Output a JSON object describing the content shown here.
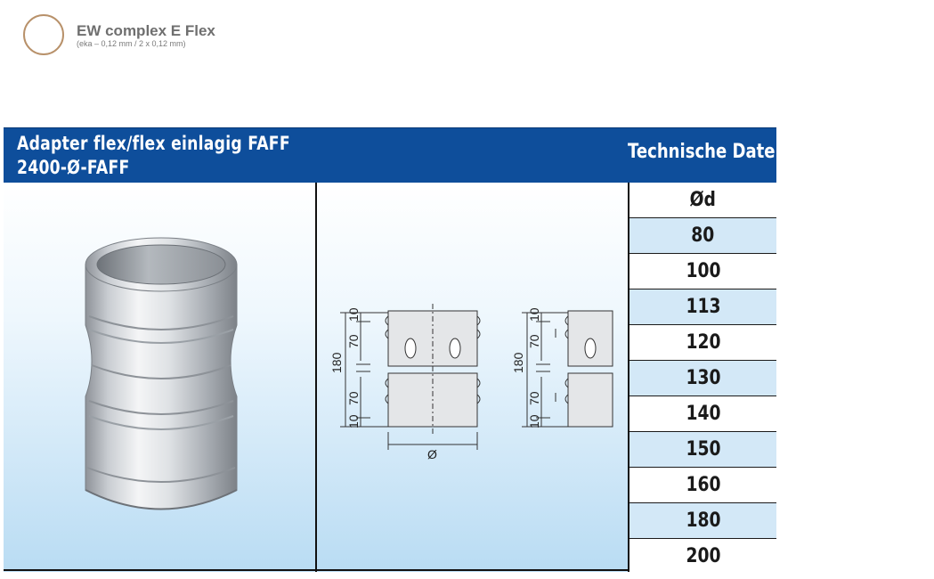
{
  "brand": {
    "title": "EW complex E Flex",
    "subtitle": "(eka – 0,12 mm / 2 x 0,12 mm)"
  },
  "product": {
    "name": "Adapter flex/flex einlagig FAFF",
    "code": "2400-Ø-FAFF"
  },
  "technical": {
    "title": "Technische Daten",
    "column_header": "Ød",
    "diameters": [
      "80",
      "100",
      "113",
      "120",
      "130",
      "140",
      "150",
      "160",
      "180",
      "200"
    ]
  },
  "drawing": {
    "height_total": "180",
    "segment_long": "70",
    "segment_short": "10",
    "diameter_symbol": "Ø"
  },
  "colors": {
    "header_blue": "#0e4e9b",
    "row_alt": "#d3e8f7"
  }
}
